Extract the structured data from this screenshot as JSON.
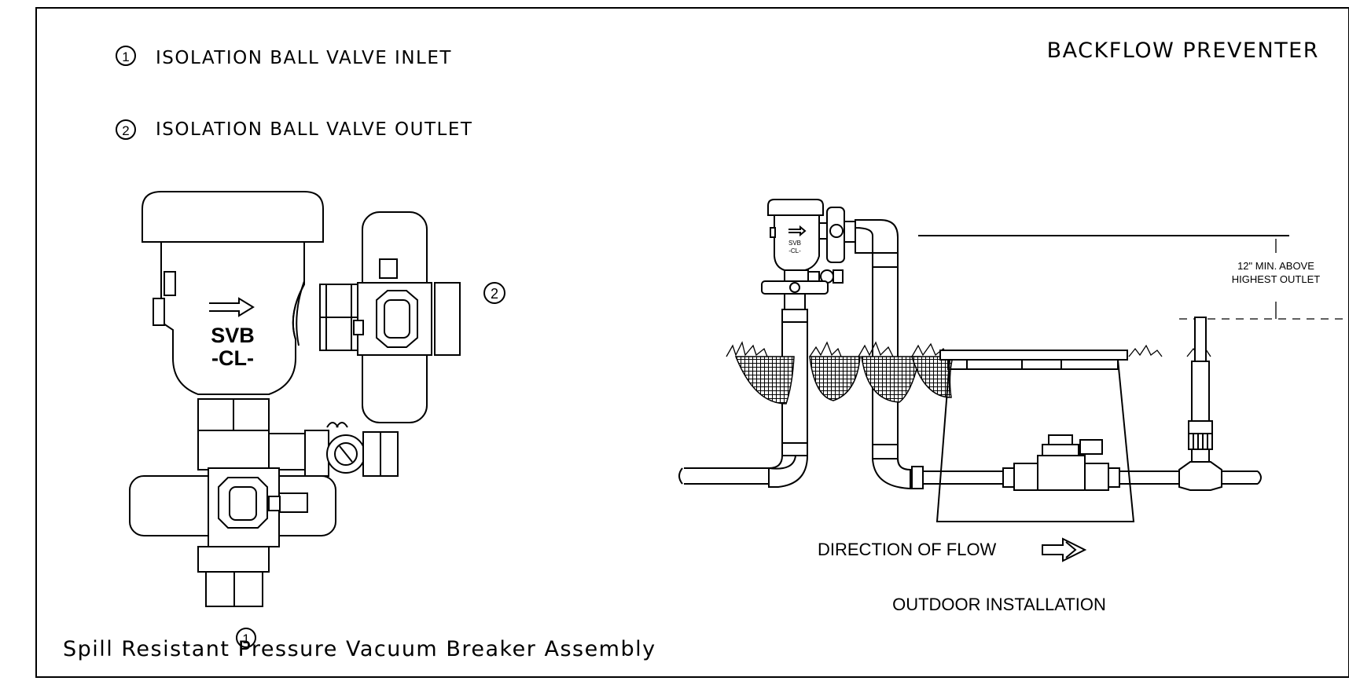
{
  "sheet_title": "BACKFLOW PREVENTER",
  "legend": [
    {
      "num": "1",
      "label": "ISOLATION BALL VALVE INLET"
    },
    {
      "num": "2",
      "label": "ISOLATION BALL VALVE OUTLET"
    }
  ],
  "valve_body": {
    "line1": "SVB",
    "line2": "-CL-"
  },
  "callouts": {
    "outlet": "2",
    "inlet": "1"
  },
  "assembly_caption": "Spill Resistant Pressure Vacuum Breaker Assembly",
  "install": {
    "small_label_1": "SVB",
    "small_label_2": "-CL-",
    "clearance_line1": "12\" MIN. ABOVE",
    "clearance_line2": "HIGHEST OUTLET",
    "flow_label": "DIRECTION OF FLOW",
    "caption": "OUTDOOR INSTALLATION"
  }
}
